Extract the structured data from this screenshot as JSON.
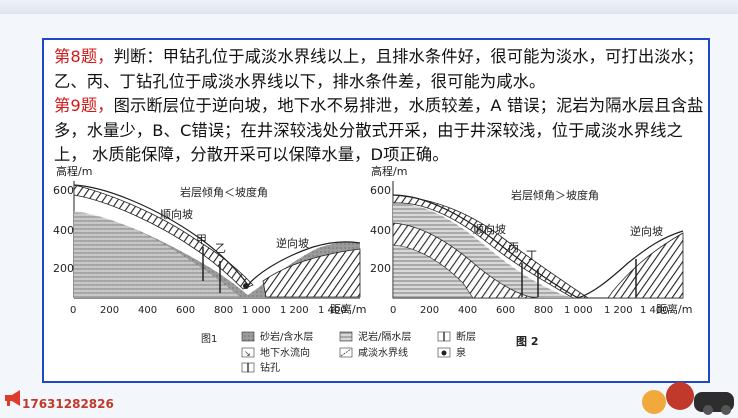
{
  "paragraphs": {
    "q8_label": "第8题，",
    "q8_text": "判断：甲钻孔位于咸淡水界线以上，且排水条件好，很可能为淡水，可打出淡水； 乙、丙、丁钻孔位于咸淡水界线以下，排水条件差，很可能为咸水。",
    "q9_label": "第9题，",
    "q9_text": "图示断层位于逆向坡，地下水不易排泄，水质较差，A 错误；泥岩为隔水层且含盐多，水量少，B、C错误；在井深较浅处分散式开采，由于井深较浅，位于咸淡水界线之上， 水质能保障，分散开采可以保障水量，D项正确。"
  },
  "figure1": {
    "ylabel": "高程/m",
    "yticks": [
      "600",
      "400",
      "200"
    ],
    "xticks": [
      "0",
      "200",
      "400",
      "600",
      "800",
      "1 000",
      "1 200",
      "1 400"
    ],
    "xlabel": "距离/m",
    "title": "岩层倾角＜坡度角",
    "slope_left": "顺向坡",
    "slope_right": "逆向坡",
    "well_a": "甲",
    "well_b": "乙",
    "caption": "图1"
  },
  "figure2": {
    "ylabel": "高程/m",
    "yticks": [
      "600",
      "400",
      "200"
    ],
    "xticks": [
      "0",
      "200",
      "400",
      "600",
      "800",
      "1 000",
      "1 200",
      "1 400"
    ],
    "xlabel": "距离/m",
    "title": "岩层倾角＞坡度角",
    "slope_left": "顺向坡",
    "slope_right": "逆向坡",
    "well_c": "丙",
    "well_d": "丁",
    "caption": "图  2"
  },
  "legend": {
    "sandstone": "砂岩/含水层",
    "mudstone": "泥岩/隔水层",
    "fault": "断层",
    "flow": "地下水流向",
    "boundary": "咸淡水界线",
    "spring": "泉",
    "borehole": "钻孔"
  },
  "footer": {
    "phone": "17631282826"
  },
  "colors": {
    "border": "#1f48c8",
    "question_label": "#d11a1a",
    "phone": "#c0392b"
  }
}
